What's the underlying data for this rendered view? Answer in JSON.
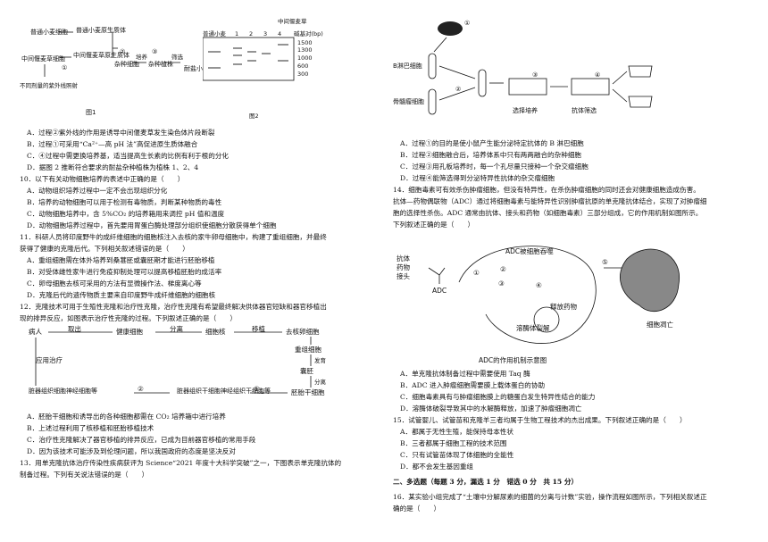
{
  "fig1": {
    "n1": "普通小麦细胞",
    "n2": "中间偃麦草细胞",
    "n3": "不同剂量的紫外线照射",
    "p1": "普通小麦原生质体",
    "p2": "中间偃麦草原生质体",
    "c1": "①",
    "c2": "②",
    "c3": "③",
    "hybrid": "杂种细胞",
    "cultivate": "培养",
    "plant": "杂种植株",
    "select": "筛选",
    "result": "耐盐小麦",
    "caption": "图1"
  },
  "fig2": {
    "col_wheat": "普通小麦",
    "lanes": [
      "1",
      "2",
      "3",
      "4"
    ],
    "col_grass": "中间偃麦草",
    "unit": "碱基对(bp)",
    "sizes": [
      "1500",
      "1300",
      "1000",
      "600",
      "300"
    ],
    "caption": "图2"
  },
  "left_lines": [
    "A．过程②紫外线的作用是诱导中间偃麦草发生染色体片段断裂",
    "B．过程①可采用“Ca²⁺—高 pH 法”高促进原生质体融合",
    "C．④过程中需更换培养基，适当提高生长素的比例有利于根的分化",
    "D．据图 2 推断符合要求的耐盐杂种植株为植株 1、2、4",
    "10．以下有关动物细胞培养的表述中正确的是（　　）",
    "A．动物组织培养过程中一定不会出现组织分化",
    "B．培养的动物细胞可以用于检测有毒物质，判断某种物质的毒性",
    "C．动物细胞培养中，含 5%CO₂ 的培养箱用来调控 pH 值和温度",
    "D．动物细胞培养过程中，首先要用胃蛋白酶处理部分组织使细胞分散获得单个细胞",
    "11．科研人员将印度野牛的成纤维细胞的细胞核注入去核的家牛卵母细胞中，构建了重组细胞，并最终",
    "获得了健康的克隆后代。下列相关叙述错误的是（　　）",
    "A．重组细胞需在体外培养到桑葚胚或囊胚期才能进行胚胎移植",
    "B．对受体雌性家牛进行免疫抑制处理可以提高移植胚胎的成活率",
    "C．卵母细胞去核可采用的方法有显微操作法、梯度离心等",
    "D．克隆后代的遗传物质主要来自印度野牛成纤维细胞的细胞核",
    "12．克隆技术可用于生殖性克隆和治疗性克隆，治疗性克隆有希望最终解决供体器官短缺和器官移植出",
    "现的排异反应，如图表示治疗性克隆的过程。下列叙述正确的是（　　）"
  ],
  "fig12": {
    "patient": "病人",
    "take": "取出",
    "healthy": "健康细胞",
    "separate1": "分离",
    "nucleus": "细胞核",
    "transplant": "移植",
    "oocyte": "去核卵细胞",
    "recombinant": "重组细胞",
    "develop": "发育",
    "blastocyst": "囊胚",
    "separate2": "分离",
    "embryonic": "胚胎干细胞",
    "c1": "①",
    "c2": "②",
    "organstem": "脏器组织干细胞神经组织干细胞等",
    "organ": "脏器组织细胞神经细胞等",
    "apply": "应用治疗"
  },
  "left_lines2": [
    "A．胚胎干细胞和诱导出的各种细胞都需在 CO₂ 培养箱中进行培养",
    "B．上述过程利用了核移植和胚胎移植技术",
    "C．治疗性克隆解决了器官移植的排异反应，已成为目前器官移植的常用手段",
    "D．因为该技术可能涉及到伦理问题，所以我国政府的态度是坚决反对",
    "13．用单克隆抗体治疗传染性疾病获评为 Science“2021 年度十大科学突破”之一，下图表示单克隆抗体的",
    "制备过程。下列有关说法错误的是（　　）"
  ],
  "fig13": {
    "c1": "①",
    "c2": "②",
    "c3": "③",
    "c4": "④",
    "b_cell": "B淋巴细胞",
    "myeloma": "骨髓瘤细胞",
    "screen1": "选择培养",
    "screen2": "抗体筛选"
  },
  "right_lines": [
    "A．过程①的目的是使小鼠产生能分泌特定抗体的 B 淋巴细胞",
    "B．过程②细胞融合后，培养体系中只有两两融合的杂种细胞",
    "C．过程③用孔板培养时，每一个孔尽量只接种一个杂交瘤细胞",
    "D．过程④能筛选得到分泌特异性抗体的杂交瘤细胞",
    "14．细胞毒素可有效杀伤肿瘤细胞，但没有特异性，在杀伤肿瘤细胞的同时还会对健康细胞造成伤害。",
    "抗体—药物偶联物（ADC）通过将细胞毒素与能特异性识别肿瘤抗原的单克隆抗体结合，实现了对肿瘤细",
    "胞的选择性杀伤。ADC 通常由抗体、接头和药物（如细胞毒素）三部分组成，它的作用机制如图所示。",
    "下列叙述正确的是（　　）"
  ],
  "fig14": {
    "antibody": "抗体",
    "drug": "药物",
    "linker": "接头",
    "adc": "ADC",
    "swallow": "ADC被细胞吞噬",
    "release": "释放药物",
    "lysosome": "溶酶体裂解",
    "death": "细胞凋亡",
    "c1": "①",
    "c2": "②",
    "c3": "③",
    "c4": "④",
    "c5": "⑤",
    "caption": "ADC的作用机制示意图"
  },
  "right_lines2": [
    "A．单克隆抗体制备过程中需要使用 Taq 酶",
    "B．ADC 进入肿瘤细胞需要膜上载体蛋白的协助",
    "C．细胞毒素具有与肿瘤细胞膜上的糖蛋白发生特异性结合的能力",
    "D．溶酶体破裂导致其中的水解酶释放，加速了肿瘤细胞凋亡",
    "15．试管婴儿、试管苗和克隆羊三者均属于生物工程技术的杰出成果。下列叙述正确的是（　　）",
    "A．都属于无性生殖，能保持母本性状",
    "B．三者都属于细胞工程的技术范围",
    "C．只有试管苗体现了体细胞的全能性",
    "D．都不会发生基因重组"
  ],
  "section2": "二、多选题（每题 3 分，漏选 1 分　错选 0 分　共 15 分）",
  "q16": [
    "16．某实验小组完成了“土壤中分解尿素的细菌的分离与计数”实验，操作流程如图所示，下列相关叙述正",
    "确的是（　　）"
  ]
}
